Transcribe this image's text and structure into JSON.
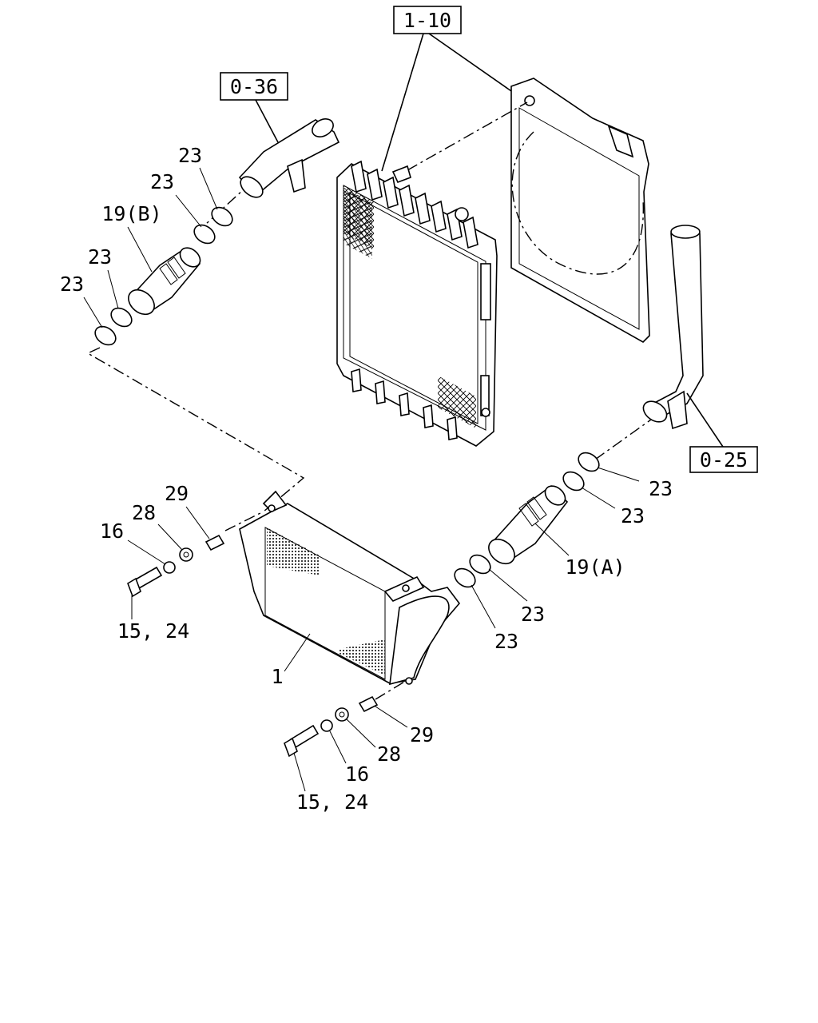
{
  "diagram": {
    "ref_boxes": {
      "ref_1_10": "1-10",
      "ref_0_36": "0-36",
      "ref_0_25": "0-25"
    },
    "callouts": {
      "l_23_a": "23",
      "l_23_b": "23",
      "l_19b": "19(B)",
      "l_23_c": "23",
      "l_23_d": "23",
      "l_29_left": "29",
      "l_28_left": "28",
      "l_16_left": "16",
      "l_15_24_left": "15, 24",
      "l_1": "1",
      "l_23_e": "23",
      "l_23_f": "23",
      "l_19a": "19(A)",
      "l_23_g": "23",
      "l_23_h": "23",
      "l_29_right": "29",
      "l_28_right": "28",
      "l_16_right": "16",
      "l_15_24_right": "15, 24"
    }
  }
}
